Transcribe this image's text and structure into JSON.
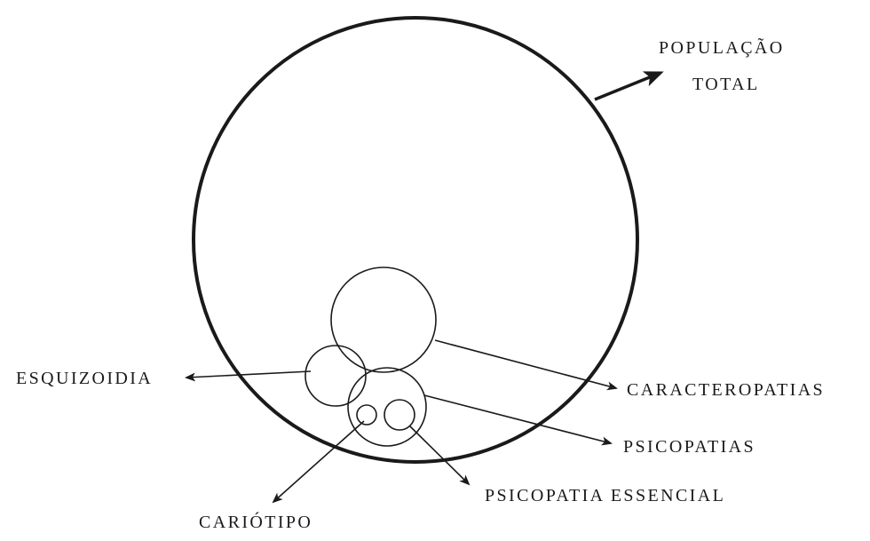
{
  "diagram": {
    "labels": {
      "populacao_total_line1": "POPULAÇÃO",
      "populacao_total_line2": "TOTAL",
      "esquizoidia": "ESQUIZOIDIA",
      "caracteropatias": "CARACTEROPATIAS",
      "psicopatias": "PSICOPATIAS",
      "psicopatia_essencial": "PSICOPATIA ESSENCIAL",
      "cariotipo": "CARIÓTIPO"
    },
    "colors": {
      "stroke": "#1a1a1a",
      "text": "#1a1a1a",
      "background": "#ffffff"
    }
  }
}
